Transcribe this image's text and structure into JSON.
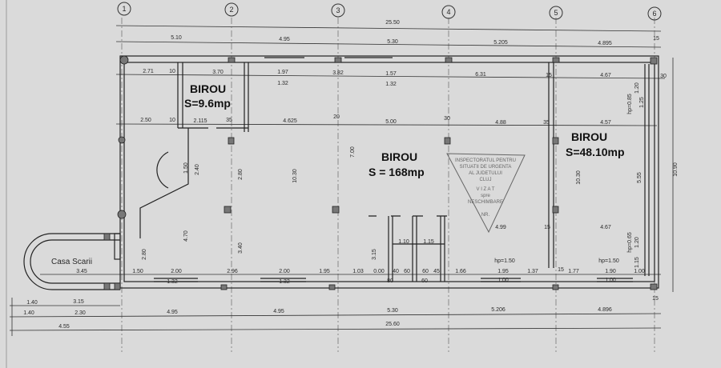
{
  "axes": [
    "1",
    "2",
    "3",
    "4",
    "5",
    "6"
  ],
  "rooms": {
    "office_small": {
      "name": "BIROU",
      "area": "S=9.6mp"
    },
    "office_main": {
      "name": "BIROU",
      "area": "S = 168mp"
    },
    "office_right": {
      "name": "BIROU",
      "area": "S=48.10mp"
    },
    "stairs": {
      "name": "Casa Scarii"
    }
  },
  "dims_top": {
    "overall": "25.50",
    "bays": [
      "5.10",
      "4.95",
      "5.30",
      "5.205",
      "4.895"
    ],
    "row1": [
      "2.71",
      "10",
      "3.70",
      "1.97",
      "3.82",
      "1.57",
      "6.31",
      "15",
      "4.67",
      "30",
      "15"
    ],
    "row1b": [
      "1.32",
      "1.32"
    ],
    "row2": [
      "2.50",
      "10",
      "2.115",
      "35",
      "4.625",
      "20",
      "5.00",
      "30",
      "4.88",
      "35",
      "4.57"
    ]
  },
  "dims_bottom": {
    "row1": [
      "3.45",
      "1.50",
      "2.00",
      "2.96",
      "2.00",
      "1.95",
      "1.03",
      "0.00",
      "40",
      "60",
      "60",
      "45",
      "1.66",
      "1.95",
      "1.37",
      "15",
      "1.77",
      "1.90",
      "1.00"
    ],
    "row1b": [
      "1.32",
      "1.32",
      "80",
      "60",
      "1.00",
      "1.00"
    ],
    "hp": [
      "hp=1.50",
      "hp=1.50"
    ],
    "row2": [
      "1.40",
      "3.15"
    ],
    "row3": [
      "1.40",
      "2.30",
      "4.95",
      "4.95",
      "5.30",
      "5.206",
      "4.896"
    ],
    "row4": [
      "4.55",
      "25.60"
    ],
    "misc": [
      "1.10",
      "1.15",
      "4.99",
      "15",
      "4.67",
      "15"
    ]
  },
  "dims_vertical": [
    "1.50",
    "2.40",
    "4.70",
    "2.80",
    "2.80",
    "3.40",
    "10.30",
    "7.00",
    "3.15",
    "10.30",
    "5.55",
    "10.90",
    "hp=0.85",
    "1.20",
    "1.25",
    "hp=0.65",
    "1.20",
    "1.15"
  ],
  "stamp": [
    "INSPECTORATUL PENTRU",
    "SITUATII DE URGENTA",
    "AL JUDETULUI",
    "CLUJ",
    "V I Z A T",
    "spre",
    "NESCHIMBARE",
    "NR."
  ]
}
